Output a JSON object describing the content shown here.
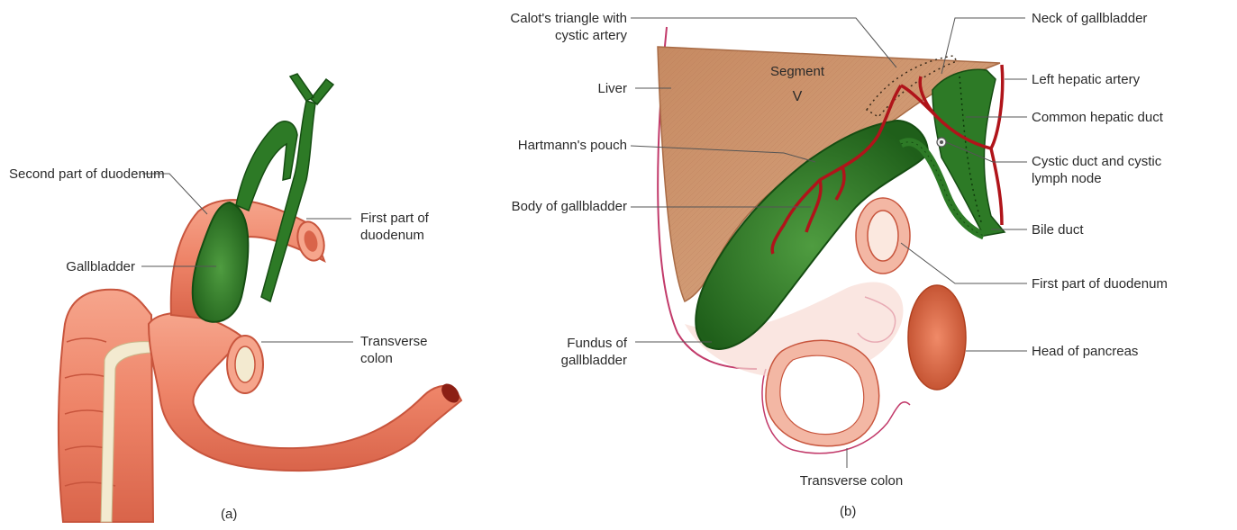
{
  "panel_a": {
    "caption": "(a)",
    "labels": {
      "second_part_duodenum": "Second part of duodenum",
      "first_part_duodenum": "First part of duodenum",
      "gallbladder": "Gallbladder",
      "transverse_colon": "Transverse colon"
    }
  },
  "panel_b": {
    "caption": "(b)",
    "segment_label": "Segment",
    "segment_numeral": "V",
    "labels": {
      "calots_triangle": "Calot's triangle with cystic artery",
      "liver": "Liver",
      "hartmanns_pouch": "Hartmann's pouch",
      "body_gallbladder": "Body of gallbladder",
      "fundus_gallbladder": "Fundus of gallbladder",
      "transverse_colon": "Transverse colon",
      "neck_gallbladder": "Neck of gallbladder",
      "left_hepatic_artery": "Left hepatic artery",
      "common_hepatic_duct": "Common hepatic duct",
      "cystic_duct_node": "Cystic duct and cystic lymph node",
      "bile_duct": "Bile duct",
      "first_part_duodenum": "First part of duodenum",
      "head_pancreas": "Head of pancreas"
    }
  },
  "colors": {
    "bowel": "#ee8a70",
    "bowel_dark": "#c8553d",
    "gallbladder_green": "#2d7a26",
    "gallbladder_dark": "#154d12",
    "liver": "#c98a62",
    "artery": "#b0141a",
    "outline_pink": "#c23a6a"
  }
}
